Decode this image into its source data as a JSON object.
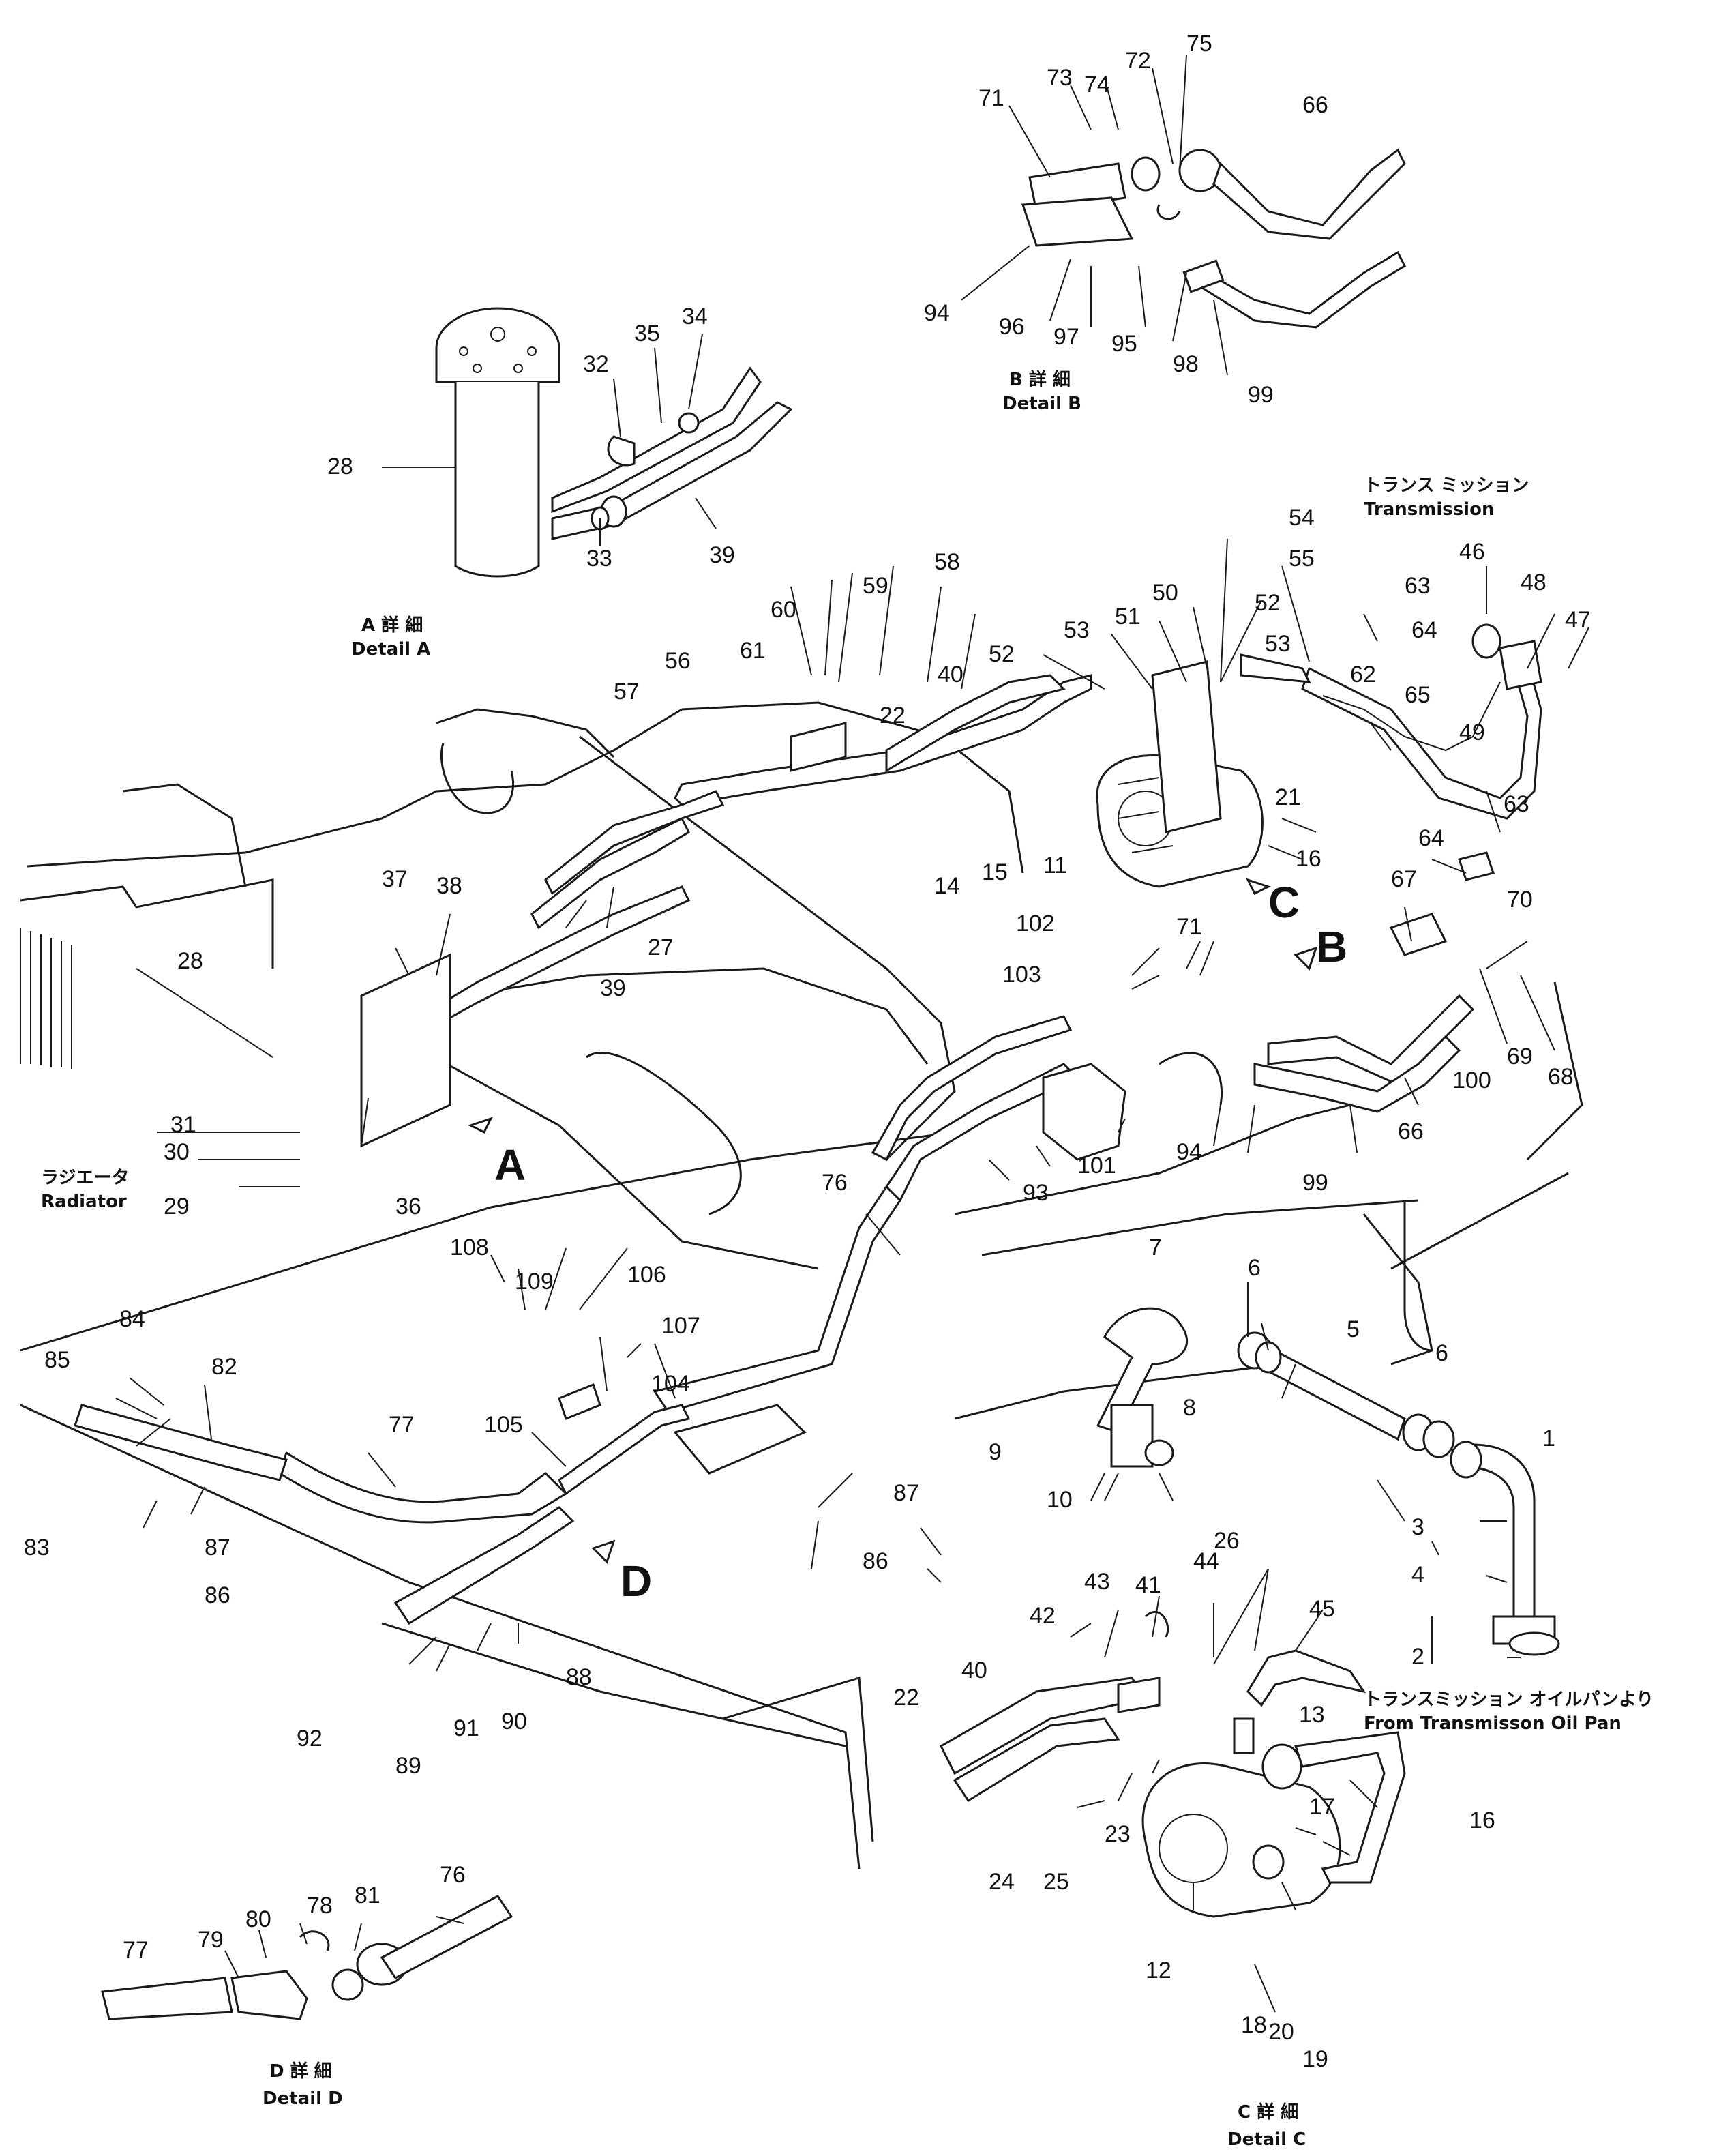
{
  "callouts": [
    {
      "label": "1"
    },
    {
      "label": "2"
    },
    {
      "label": "3"
    },
    {
      "label": "4"
    },
    {
      "label": "5"
    },
    {
      "label": "6"
    },
    {
      "label": "6"
    },
    {
      "label": "7"
    },
    {
      "label": "8"
    },
    {
      "label": "9"
    },
    {
      "label": "10"
    },
    {
      "label": "11"
    },
    {
      "label": "12"
    },
    {
      "label": "13"
    },
    {
      "label": "14"
    },
    {
      "label": "15"
    },
    {
      "label": "16"
    },
    {
      "label": "16"
    },
    {
      "label": "17"
    },
    {
      "label": "18"
    },
    {
      "label": "19"
    },
    {
      "label": "20"
    },
    {
      "label": "21"
    },
    {
      "label": "22"
    },
    {
      "label": "22"
    },
    {
      "label": "23"
    },
    {
      "label": "24"
    },
    {
      "label": "25"
    },
    {
      "label": "26"
    },
    {
      "label": "27"
    },
    {
      "label": "28"
    },
    {
      "label": "28"
    },
    {
      "label": "29"
    },
    {
      "label": "30"
    },
    {
      "label": "31"
    },
    {
      "label": "32"
    },
    {
      "label": "33"
    },
    {
      "label": "34"
    },
    {
      "label": "35"
    },
    {
      "label": "36"
    },
    {
      "label": "37"
    },
    {
      "label": "38"
    },
    {
      "label": "39"
    },
    {
      "label": "39"
    },
    {
      "label": "40"
    },
    {
      "label": "40"
    },
    {
      "label": "41"
    },
    {
      "label": "42"
    },
    {
      "label": "43"
    },
    {
      "label": "44"
    },
    {
      "label": "45"
    },
    {
      "label": "46"
    },
    {
      "label": "47"
    },
    {
      "label": "48"
    },
    {
      "label": "49"
    },
    {
      "label": "50"
    },
    {
      "label": "51"
    },
    {
      "label": "52"
    },
    {
      "label": "52"
    },
    {
      "label": "53"
    },
    {
      "label": "53"
    },
    {
      "label": "54"
    },
    {
      "label": "55"
    },
    {
      "label": "56"
    },
    {
      "label": "57"
    },
    {
      "label": "58"
    },
    {
      "label": "59"
    },
    {
      "label": "60"
    },
    {
      "label": "61"
    },
    {
      "label": "62"
    },
    {
      "label": "63"
    },
    {
      "label": "63"
    },
    {
      "label": "64"
    },
    {
      "label": "64"
    },
    {
      "label": "65"
    },
    {
      "label": "66"
    },
    {
      "label": "66"
    },
    {
      "label": "67"
    },
    {
      "label": "68"
    },
    {
      "label": "69"
    },
    {
      "label": "70"
    },
    {
      "label": "71"
    },
    {
      "label": "71"
    },
    {
      "label": "72"
    },
    {
      "label": "73"
    },
    {
      "label": "74"
    },
    {
      "label": "75"
    },
    {
      "label": "76"
    },
    {
      "label": "76"
    },
    {
      "label": "77"
    },
    {
      "label": "77"
    },
    {
      "label": "78"
    },
    {
      "label": "79"
    },
    {
      "label": "80"
    },
    {
      "label": "81"
    },
    {
      "label": "82"
    },
    {
      "label": "83"
    },
    {
      "label": "84"
    },
    {
      "label": "85"
    },
    {
      "label": "86"
    },
    {
      "label": "86"
    },
    {
      "label": "87"
    },
    {
      "label": "87"
    },
    {
      "label": "88"
    },
    {
      "label": "89"
    },
    {
      "label": "90"
    },
    {
      "label": "91"
    },
    {
      "label": "92"
    },
    {
      "label": "93"
    },
    {
      "label": "94"
    },
    {
      "label": "94"
    },
    {
      "label": "95"
    },
    {
      "label": "96"
    },
    {
      "label": "97"
    },
    {
      "label": "98"
    },
    {
      "label": "99"
    },
    {
      "label": "99"
    },
    {
      "label": "100"
    },
    {
      "label": "101"
    },
    {
      "label": "102"
    },
    {
      "label": "103"
    },
    {
      "label": "104"
    },
    {
      "label": "105"
    },
    {
      "label": "106"
    },
    {
      "label": "107"
    },
    {
      "label": "108"
    },
    {
      "label": "109"
    }
  ],
  "view_markers": [
    {
      "label": "A"
    },
    {
      "label": "B"
    },
    {
      "label": "C"
    },
    {
      "label": "D"
    }
  ],
  "captions": {
    "detail_a_jp": "A 詳 細",
    "detail_a_en": "Detail A",
    "detail_b_jp": "B 詳 細",
    "detail_b_en": "Detail B",
    "detail_c_jp": "C 詳 細",
    "detail_c_en": "Detail C",
    "detail_d_jp": "D 詳 細",
    "detail_d_en": "Detail D",
    "transmission_jp": "トランス ミッション",
    "transmission_en": "Transmission",
    "radiator_jp": "ラジエータ",
    "radiator_en": "Radiator",
    "oilpan_jp": "トランスミッション オイルパンより",
    "oilpan_en": "From Transmisson Oil Pan"
  }
}
